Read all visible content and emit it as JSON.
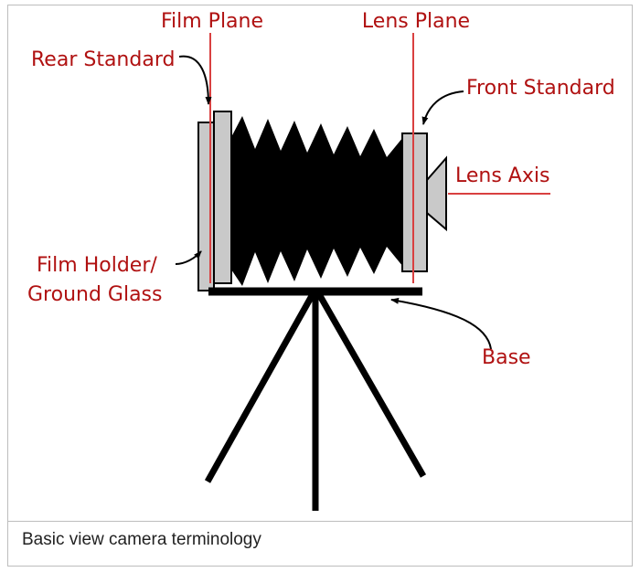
{
  "figure": {
    "caption": "Basic view camera terminology",
    "labels": {
      "film_plane": "Film Plane",
      "lens_plane": "Lens Plane",
      "rear_standard": "Rear Standard",
      "front_standard": "Front Standard",
      "lens_axis": "Lens Axis",
      "film_holder_line1": "Film Holder/",
      "film_holder_line2": "Ground Glass",
      "base": "Base"
    },
    "colors": {
      "label_text": "#b01111",
      "annotation_line": "#d94040",
      "standard_fill": "#c9c9c9",
      "outline": "#000000",
      "frame_border": "#bdbdbd"
    }
  }
}
